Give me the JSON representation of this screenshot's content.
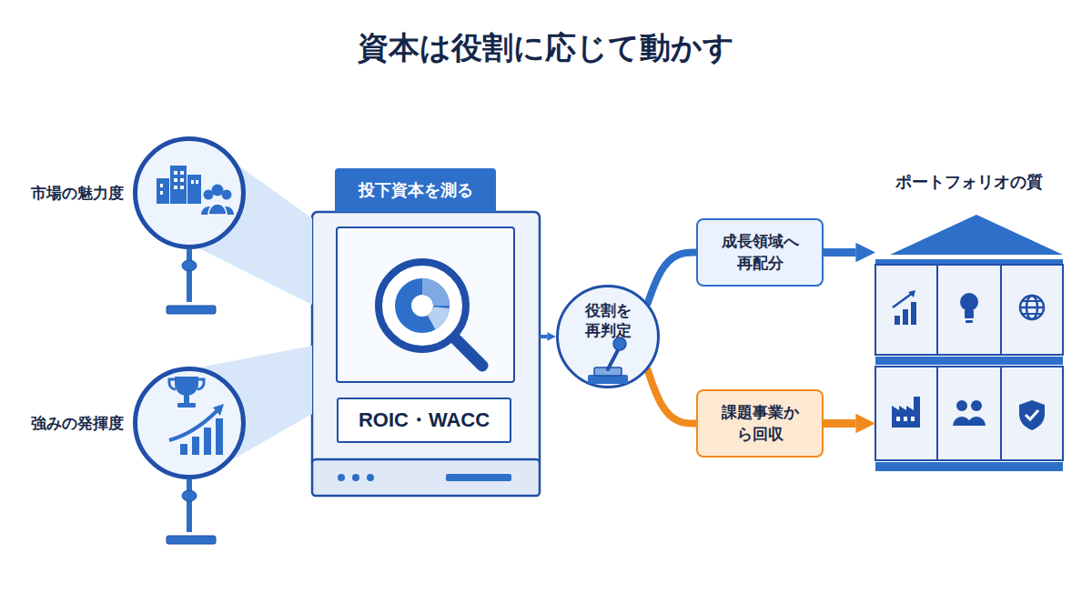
{
  "diagram": {
    "title": "資本は役割に応じて動かす",
    "nodes": [
      {
        "text": [
          "市場の魅力度"
        ]
      },
      {
        "text": [
          "強みの発揮度"
        ]
      },
      {
        "text": [
          "投下資本を測る"
        ]
      },
      {
        "text": [
          "ROIC・WACC"
        ],
        "in": 2
      },
      {
        "text": [
          "役割を 再判定"
        ]
      },
      {
        "text": [
          "成長領域へ 再配分"
        ]
      },
      {
        "text": [
          "課題事業か ら回収"
        ]
      },
      {
        "text": [
          "ポートフォリオの質"
        ]
      }
    ],
    "edges": [
      {
        "from": 0,
        "to": 2,
        "arrow": "none"
      },
      {
        "from": 1,
        "to": 2,
        "arrow": "none"
      },
      {
        "from": 2,
        "to": 4,
        "arrow": "to"
      },
      {
        "from": 4,
        "to": 5,
        "arrow": "none"
      },
      {
        "from": 5,
        "to": 7,
        "arrow": "to"
      },
      {
        "from": 4,
        "to": 6,
        "arrow": "none"
      },
      {
        "from": 6,
        "to": 7,
        "arrow": "to"
      }
    ]
  }
}
